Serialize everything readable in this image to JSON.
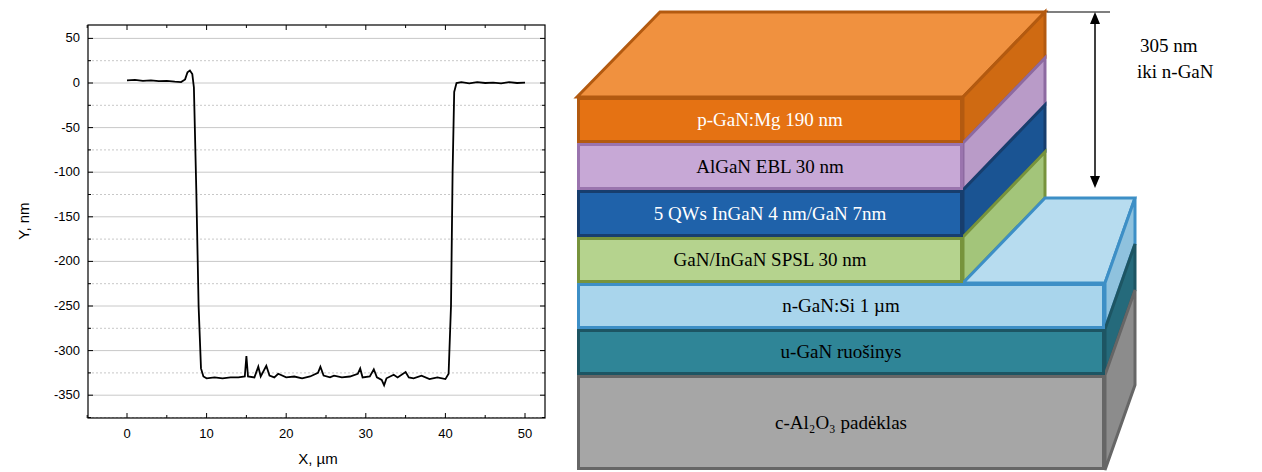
{
  "diagram": {
    "nodes": [
      {
        "text": [
          "p-GaN:Mg 190 nm"
        ]
      },
      {
        "text": [
          "AlGaN EBL 30 nm"
        ]
      },
      {
        "text": [
          "5 QWs InGaN 4 nm/GaN 7nm"
        ]
      },
      {
        "text": [
          "GaN/InGaN SPSL 30 nm"
        ]
      },
      {
        "text": [
          "n-GaN:Si 1 µm"
        ]
      },
      {
        "text": [
          "u-GaN ruošinys"
        ]
      },
      {
        "text": [
          "c-Al₂O₃ padėklas"
        ]
      }
    ],
    "labels": [
      "50",
      "0",
      "-50",
      "-100",
      "-150",
      "-200",
      "-250",
      "-300",
      "-350",
      "Y, nm",
      "0",
      "10",
      "20",
      "30",
      "40",
      "50",
      "X, µm",
      "305 nm",
      "iki n-GaN"
    ]
  }
}
